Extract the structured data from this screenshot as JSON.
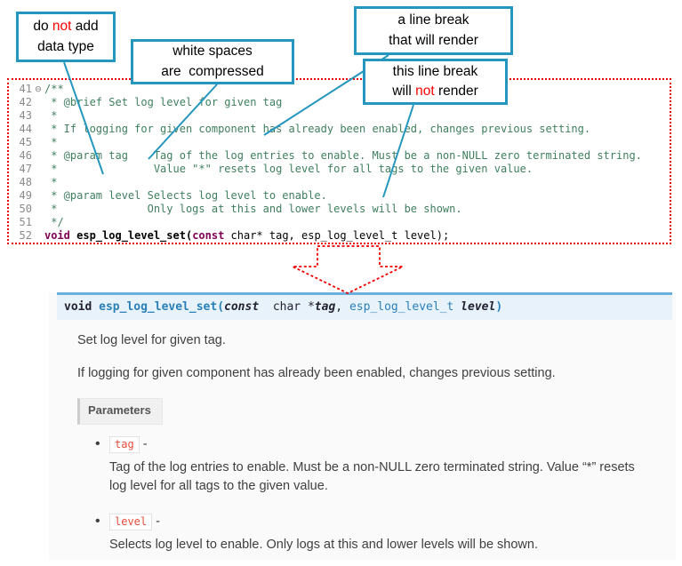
{
  "colors": {
    "callout_border_teal": "#2596BE",
    "annotation_line_teal": "#2596BE",
    "alert_red": "#FF0000",
    "dotted_border_red": "#EE0000",
    "comment_green": "#3F7F5F",
    "keyword_purple": "#7F0055",
    "signature_bg": "#E7F2FA",
    "signature_top_border": "#6AB0DE",
    "doc_accent_blue": "#2980B9",
    "param_chip_red": "#E74C3C"
  },
  "callouts": {
    "datatype": {
      "l1_pre": "do ",
      "l1_em": "not",
      "l1_post": " add",
      "l2": "data type"
    },
    "whitespace": {
      "l1": "white spaces",
      "l2": "are  compressed"
    },
    "break_render": {
      "l1": "a line break",
      "l2": "that will render"
    },
    "break_norender": {
      "l1": "this line break",
      "l2_pre": "will ",
      "l2_em": "not",
      "l2_post": " render"
    }
  },
  "code": {
    "lines": [
      {
        "num": "41",
        "fold": "⊖",
        "text": "/**"
      },
      {
        "num": "42",
        "fold": "",
        "text": " * @brief Set log level for given tag"
      },
      {
        "num": "43",
        "fold": "",
        "text": " *"
      },
      {
        "num": "44",
        "fold": "",
        "text": " * If logging for given component has already been enabled, changes previous setting."
      },
      {
        "num": "45",
        "fold": "",
        "text": " *"
      },
      {
        "num": "46",
        "fold": "",
        "text": " * @param tag    Tag of the log entries to enable. Must be a non-NULL zero terminated string."
      },
      {
        "num": "47",
        "fold": "",
        "text": " *               Value \"*\" resets log level for all tags to the given value."
      },
      {
        "num": "48",
        "fold": "",
        "text": " *"
      },
      {
        "num": "49",
        "fold": "",
        "text": " * @param level Selects log level to enable."
      },
      {
        "num": "50",
        "fold": "",
        "text": " *              Only logs at this and lower levels will be shown."
      },
      {
        "num": "51",
        "fold": "",
        "text": " */"
      }
    ],
    "declaration": {
      "num": "52",
      "fold": "",
      "kw1": "void",
      "name": " esp_log_level_set(",
      "kw2": "const",
      "rest": " char* tag, esp_log_level_t level);"
    }
  },
  "doc": {
    "signature": {
      "ret": "void ",
      "name": "esp_log_level_set(",
      "kw": "const",
      "mid": "  char *",
      "param1": "tag",
      "comma": ", ",
      "type2": "esp_log_level_t",
      "space": " ",
      "param2": "level",
      "close": ")"
    },
    "brief": "Set log level for given tag.",
    "description": "If logging for given component has already been enabled, changes previous setting.",
    "parameters_label": "Parameters",
    "params": [
      {
        "name": "tag",
        "sep": " -",
        "desc": "Tag of the log entries to enable. Must be a non-NULL zero terminated string. Value “*” resets log level for all tags to the given value."
      },
      {
        "name": "level",
        "sep": " -",
        "desc": "Selects log level to enable. Only logs at this and lower levels will be shown."
      }
    ]
  }
}
